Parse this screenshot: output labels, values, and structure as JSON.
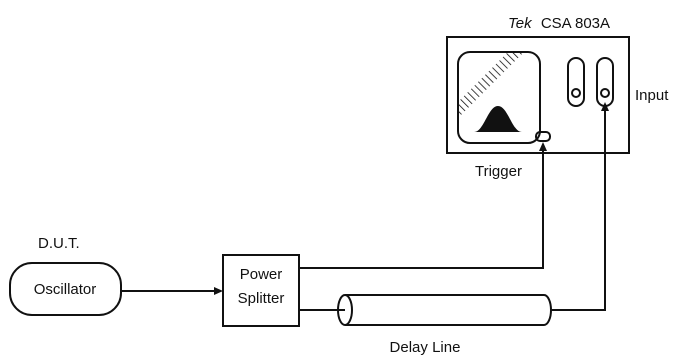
{
  "scope": {
    "brand": "Tek",
    "model": "CSA 803A",
    "input_label": "Input",
    "trigger_label": "Trigger"
  },
  "dut": {
    "title": "D.U.T.",
    "device_label": "Oscillator"
  },
  "splitter": {
    "line1": "Power",
    "line2": "Splitter"
  },
  "delay_line": {
    "label": "Delay Line"
  },
  "colors": {
    "ink": "#111111",
    "background": "#ffffff"
  }
}
